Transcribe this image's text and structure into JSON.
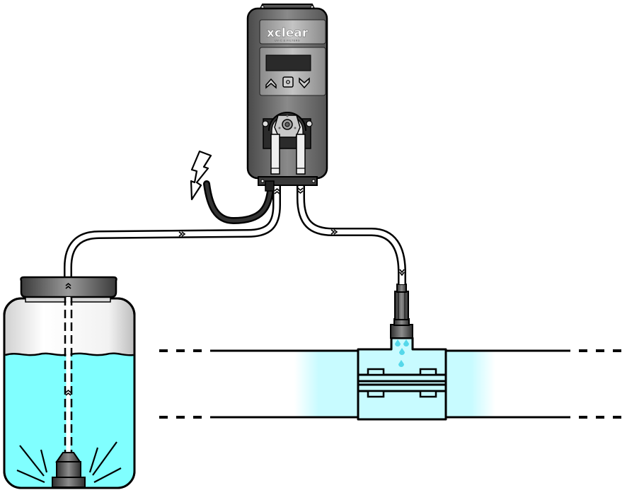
{
  "diagram": {
    "title": "Peristaltic dosing pump installation",
    "colors": {
      "water": "#80ffff",
      "water_light": "#c8fbff",
      "pump_body": "#6e6e6e",
      "display": "#2a2a2a",
      "outline": "#000000"
    },
    "pump": {
      "brand": "xclear",
      "tagline": "UV-C & FILTERS",
      "buttons": [
        "up-button",
        "ok-button",
        "down-button"
      ]
    },
    "components": {
      "power_symbol": "lightning-bolt",
      "suction_line": "from tank to pump",
      "discharge_line": "from pump to injection point",
      "tank": "chemical container with foot valve",
      "pipe": "main water pipe with injection tee"
    }
  }
}
